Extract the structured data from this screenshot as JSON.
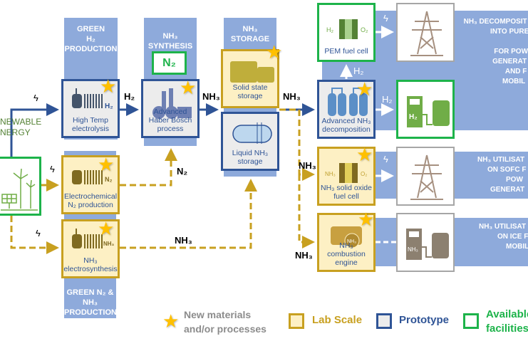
{
  "colors": {
    "prototype": "#2f5496",
    "lab_scale": "#c8a020",
    "available": "#1db34a",
    "band": "#8eaadb",
    "star": "#ffc000"
  },
  "columns": {
    "green_h2": [
      "GREEN",
      "H₂",
      "PRODUCTION"
    ],
    "nh3_synthesis": [
      "NH₃",
      "SYNTHESIS"
    ],
    "nh3_storage": [
      "NH₃",
      "STORAGE"
    ],
    "green_n2_nh3": [
      "GREEN N₂ &",
      "NH₃",
      "PRODUCTION"
    ]
  },
  "renewable": {
    "label": [
      "NEWABLE",
      "NERGY"
    ]
  },
  "boxes": {
    "high_temp": "High Temp electrolysis",
    "haber": "Advanced Haber Bosch process",
    "n2": "N₂",
    "solid_storage": "Solid state storage",
    "liquid_storage": "Liquid NH₃ storage",
    "electrochem_n2": "Electrochemical N₂ production",
    "electrosynthesis": "NH₃ electrosynthesis",
    "pem": "PEM fuel cell",
    "decomposition": "Advanced NH₃ decomposition",
    "sofc": "NH₃ solid oxide fuel cell",
    "engine": "NH₃ combustion engine"
  },
  "icon_text": {
    "h2": "H₂",
    "n2": "N₂",
    "nh3": "NH₃",
    "o2": "O₂"
  },
  "flows": {
    "h2": "H₂",
    "nh3": "NH₃",
    "n2": "N₂"
  },
  "right_panels": {
    "decomp": [
      "NH₃ DECOMPOSIT",
      "INTO PURE",
      "",
      "FOR POW",
      "GENERAT",
      "AND F",
      "MOBIL"
    ],
    "sofc": [
      "NH₃ UTILISAT",
      "ON SOFC F",
      "POW",
      "GENERAT"
    ],
    "ice": [
      "NH₃ UTILISAT",
      "ON ICE F",
      "MOBIL"
    ]
  },
  "legend": {
    "star": "New materials and/or processes",
    "lab": "Lab Scale",
    "prototype": "Prototype",
    "available": "Available facilities"
  }
}
